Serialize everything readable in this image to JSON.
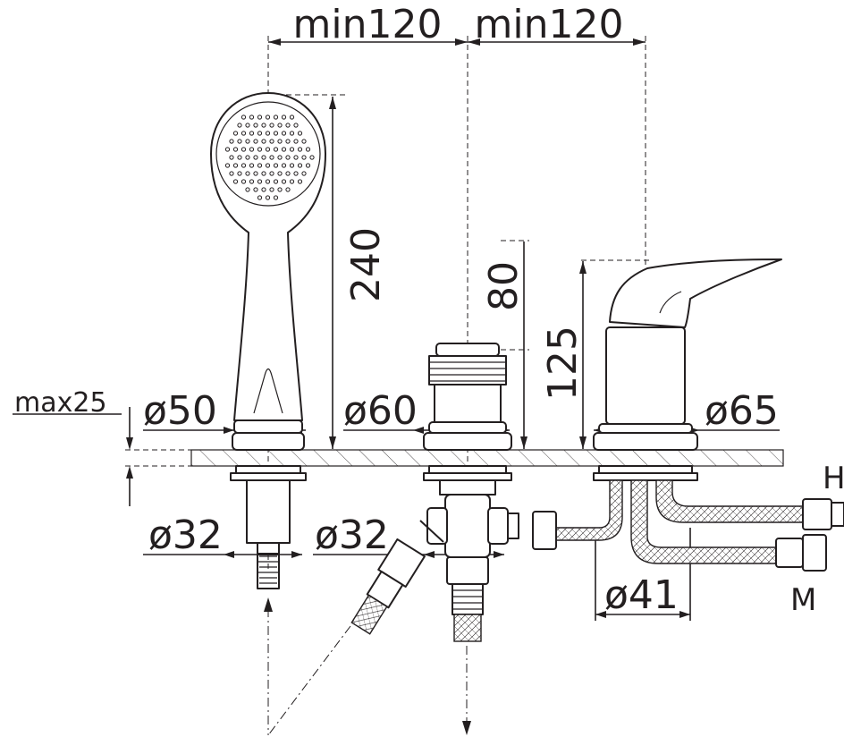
{
  "labels": {
    "min_left": "min120",
    "min_right": "min120",
    "height_shower": "240",
    "height_spout": "80",
    "height_mixer": "125",
    "max_deck": "max25",
    "dia_shower_base": "ø50",
    "dia_spout_base": "ø60",
    "dia_mixer_base": "ø65",
    "dia_shower_under": "ø32",
    "dia_spout_under": "ø32",
    "dia_mixer_under": "ø41",
    "hot": "H",
    "mixed": "M"
  },
  "colors": {
    "line": "#231f20",
    "background": "#ffffff"
  }
}
